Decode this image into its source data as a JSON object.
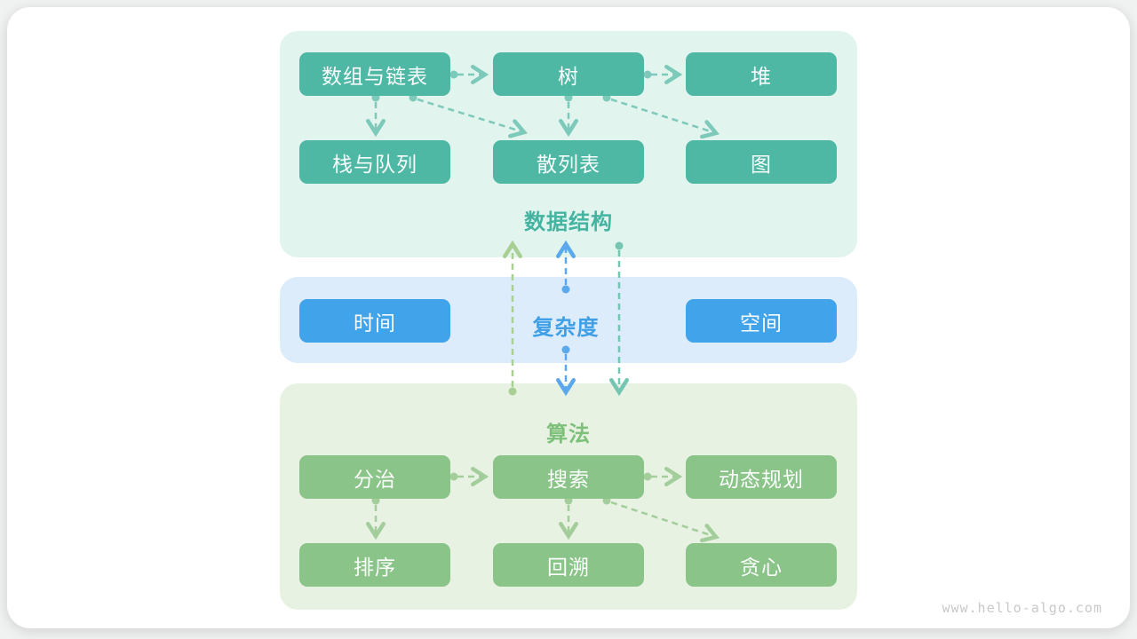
{
  "watermark": "www.hello-algo.com",
  "diagram": {
    "data_structures": {
      "label": "数据结构",
      "nodes": {
        "arrays": "数组与链表",
        "tree": "树",
        "heap": "堆",
        "stack_queue": "栈与队列",
        "hash": "散列表",
        "graph": "图"
      }
    },
    "complexity": {
      "label": "复杂度",
      "nodes": {
        "time": "时间",
        "space": "空间"
      }
    },
    "algorithms": {
      "label": "算法",
      "nodes": {
        "divide": "分治",
        "search": "搜索",
        "dp": "动态规划",
        "sort": "排序",
        "backtrack": "回溯",
        "greedy": "贪心"
      }
    },
    "edges": [
      {
        "from": "数组与链表",
        "to": "树"
      },
      {
        "from": "树",
        "to": "堆"
      },
      {
        "from": "数组与链表",
        "to": "栈与队列"
      },
      {
        "from": "数组与链表",
        "to": "散列表"
      },
      {
        "from": "树",
        "to": "散列表"
      },
      {
        "from": "树",
        "to": "图"
      },
      {
        "from": "分治",
        "to": "搜索"
      },
      {
        "from": "搜索",
        "to": "动态规划"
      },
      {
        "from": "分治",
        "to": "排序"
      },
      {
        "from": "搜索",
        "to": "回溯"
      },
      {
        "from": "搜索",
        "to": "贪心"
      },
      {
        "from": "算法",
        "to": "数据结构"
      },
      {
        "from": "复杂度",
        "to": "数据结构"
      },
      {
        "from": "复杂度",
        "to": "算法"
      },
      {
        "from": "数据结构",
        "to": "算法"
      }
    ],
    "colors": {
      "data_structure_box": "#4eb8a5",
      "complexity_box": "#41a3ea",
      "algorithm_box": "#8ac489",
      "data_structure_section_bg": "#e1f4ee",
      "complexity_section_bg": "#dcecfb",
      "algorithm_section_bg": "#e7f2e3",
      "data_structure_label": "#44b4a1",
      "complexity_label": "#3fa0e8",
      "algorithm_label": "#7ec07a"
    }
  }
}
